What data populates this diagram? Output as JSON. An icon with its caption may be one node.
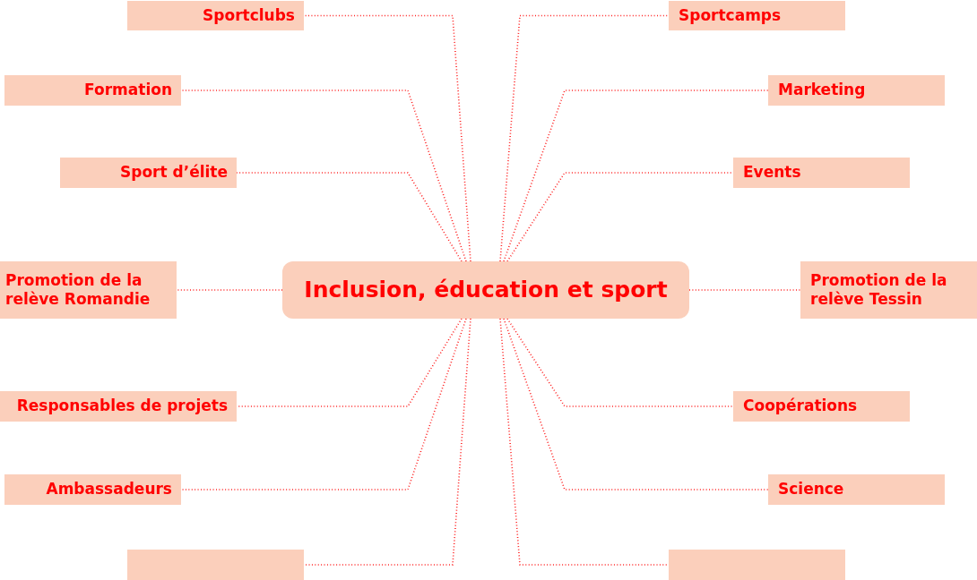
{
  "diagram": {
    "nodes": [
      {
        "text": [
          "Inclusion, éducation et sport"
        ]
      },
      {
        "text": [
          "Sportclubs"
        ]
      },
      {
        "text": [
          "Sportcamps"
        ]
      },
      {
        "text": [
          "Formation"
        ]
      },
      {
        "text": [
          "Marketing"
        ]
      },
      {
        "text": [
          "Sport d’élite"
        ]
      },
      {
        "text": [
          "Events"
        ]
      },
      {
        "text": [
          "Promotion de la relève Romandie"
        ]
      },
      {
        "text": [
          "Promotion de la relève Tessin"
        ]
      },
      {
        "text": [
          "Responsables de projets"
        ]
      },
      {
        "text": [
          "Coopérations"
        ]
      },
      {
        "text": [
          "Ambassadeurs"
        ]
      },
      {
        "text": [
          "Science"
        ]
      },
      {
        "text": [],
        "shape": "box"
      },
      {
        "text": [],
        "shape": "box"
      }
    ],
    "edges": [
      {
        "from": 0,
        "to": 1,
        "arrow": "none",
        "style": "dashed"
      },
      {
        "from": 0,
        "to": 2,
        "arrow": "none",
        "style": "dashed"
      },
      {
        "from": 0,
        "to": 3,
        "arrow": "none",
        "style": "dashed"
      },
      {
        "from": 0,
        "to": 4,
        "arrow": "none",
        "style": "dashed"
      },
      {
        "from": 0,
        "to": 5,
        "arrow": "none",
        "style": "dashed"
      },
      {
        "from": 0,
        "to": 6,
        "arrow": "none",
        "style": "dashed"
      },
      {
        "from": 0,
        "to": 7,
        "arrow": "none",
        "style": "dashed"
      },
      {
        "from": 0,
        "to": 8,
        "arrow": "none",
        "style": "dashed"
      },
      {
        "from": 0,
        "to": 9,
        "arrow": "none",
        "style": "dashed"
      },
      {
        "from": 0,
        "to": 10,
        "arrow": "none",
        "style": "dashed"
      },
      {
        "from": 0,
        "to": 11,
        "arrow": "none",
        "style": "dashed"
      },
      {
        "from": 0,
        "to": 12,
        "arrow": "none",
        "style": "dashed"
      },
      {
        "from": 0,
        "to": 13,
        "arrow": "none",
        "style": "dashed"
      },
      {
        "from": 0,
        "to": 14,
        "arrow": "none",
        "style": "dashed"
      }
    ]
  }
}
